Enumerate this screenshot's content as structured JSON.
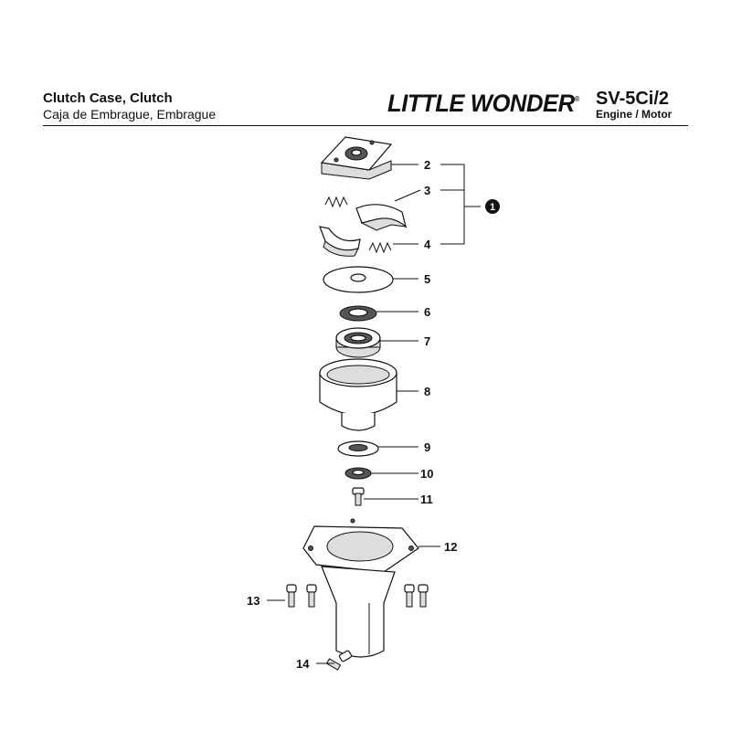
{
  "header": {
    "title": "Clutch Case, Clutch",
    "subtitle": "Caja de Embrague, Embrague",
    "brand": "LITTLE WONDER",
    "brand_mark": "®",
    "model": "SV-5Ci/2",
    "section": "Engine / Motor"
  },
  "callouts": {
    "c1": "1",
    "c2": "2",
    "c3": "3",
    "c4": "4",
    "c5": "5",
    "c6": "6",
    "c7": "7",
    "c8": "8",
    "c9": "9",
    "c10": "10",
    "c11": "11",
    "c12": "12",
    "c13": "13",
    "c14": "14"
  }
}
